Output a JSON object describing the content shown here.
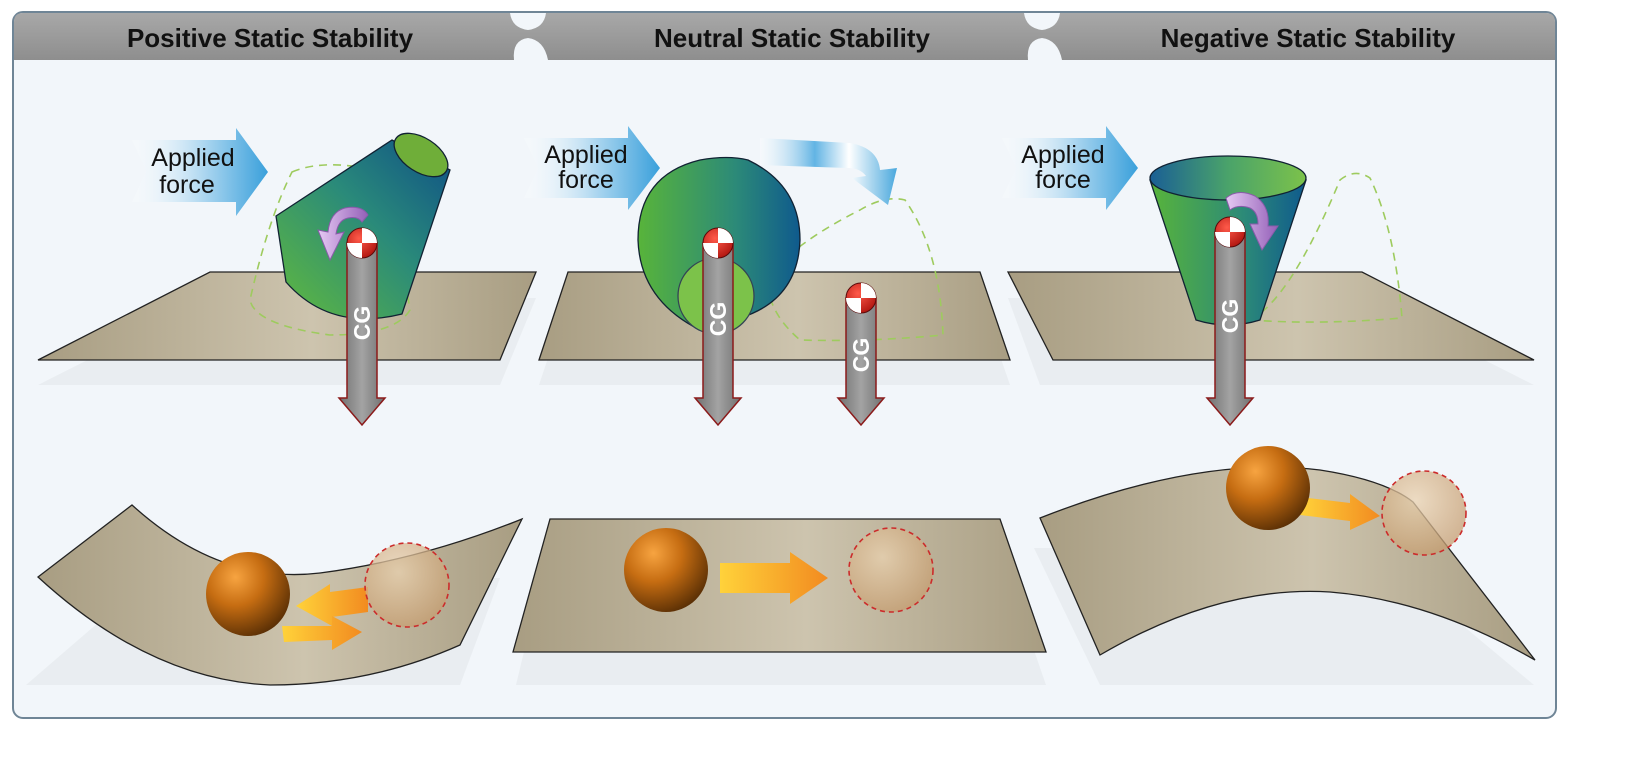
{
  "panels": [
    {
      "title": "Positive Static Stability",
      "force_label_line1": "Applied",
      "force_label_line2": "force",
      "cg_labels": [
        "CG"
      ]
    },
    {
      "title": "Neutral Static Stability",
      "force_label_line1": "Applied",
      "force_label_line2": "force",
      "cg_labels": [
        "CG",
        "CG"
      ]
    },
    {
      "title": "Negative Static Stability",
      "force_label_line1": "Applied",
      "force_label_line2": "force",
      "cg_labels": [
        "CG"
      ]
    }
  ],
  "colors": {
    "header": "#9a9a9a",
    "background": "#f2f6fa",
    "plate": "#b8ad94",
    "cg_arrow": "#8c8c8c",
    "cg_outline": "#8b1a1a",
    "ball": "#c06a10",
    "motion_arrow": "#f5a623",
    "force_arrow": "#4aa8dd",
    "return_arrow": "#a37ac4",
    "body_green": "#5fb83a",
    "body_blue": "#135c8e"
  },
  "icons": [
    "cg-symbol-icon",
    "applied-force-arrow-icon",
    "rotation-arrow-icon",
    "motion-arrow-icon"
  ]
}
